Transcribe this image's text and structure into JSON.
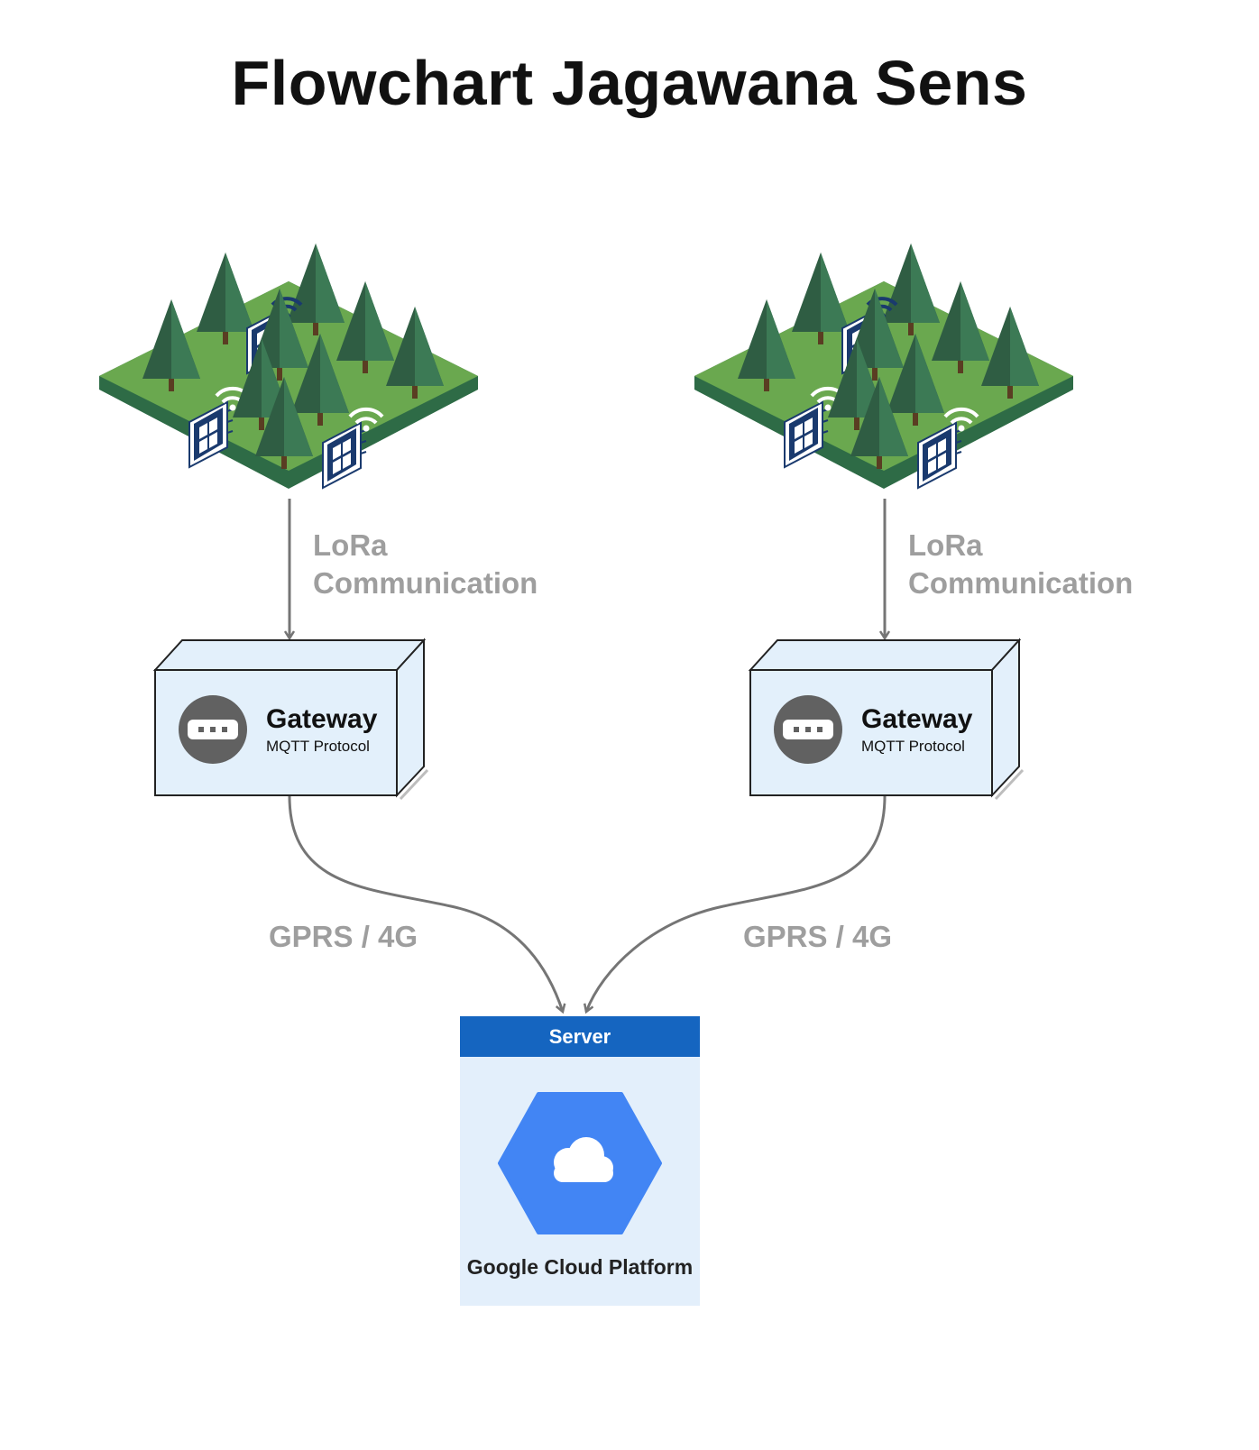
{
  "title": "Flowchart Jagawana Sens",
  "clusters": [
    {
      "link_label_line1": "LoRa",
      "link_label_line2": "Communication"
    },
    {
      "link_label_line1": "LoRa",
      "link_label_line2": "Communication"
    }
  ],
  "gateways": [
    {
      "title": "Gateway",
      "subtitle": "MQTT Protocol",
      "uplink_label": "GPRS / 4G"
    },
    {
      "title": "Gateway",
      "subtitle": "MQTT Protocol",
      "uplink_label": "GPRS / 4G"
    }
  ],
  "server": {
    "header": "Server",
    "name": "Google Cloud Platform"
  },
  "colors": {
    "forest_top": "#6aa84f",
    "forest_side": "#2e6b46",
    "tree_dark": "#2f5d43",
    "tree_light": "#3c7a55",
    "sensor": "#1a3a6e",
    "gateway_fill": "#e3f0fb",
    "server_header": "#1565c0",
    "server_body": "#e3effb",
    "gcp_blue": "#4285f4",
    "arrow": "#757575",
    "label_gray": "#9e9e9e"
  },
  "icons": [
    "wifi-icon",
    "sensor-chip-icon",
    "tree-icon",
    "router-icon",
    "cloud-icon"
  ]
}
